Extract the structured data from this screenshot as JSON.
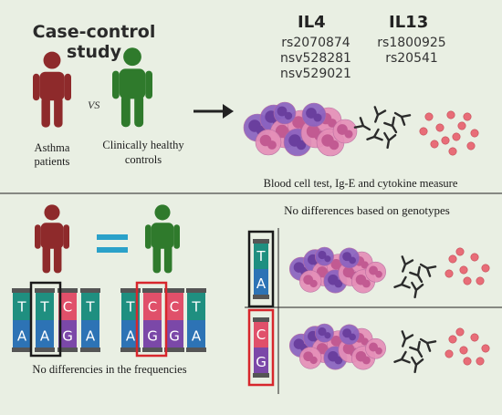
{
  "title": "Case-control study",
  "vs_label": "VS",
  "groups": {
    "asthma": {
      "label": "Asthma patients",
      "color": "#8e2a2b"
    },
    "healthy": {
      "label": "Clinically healthy controls",
      "color": "#2f7a2c"
    }
  },
  "genes": [
    {
      "name": "IL4",
      "snps": [
        "rs2070874",
        "nsv528281",
        "nsv529021"
      ]
    },
    {
      "name": "IL13",
      "snps": [
        "rs1800925",
        "rs20541"
      ]
    }
  ],
  "measure_caption": "Blood cell test, Ig-E and cytokine measure",
  "genotype_caption": "No differences based on genotypes",
  "frequency_caption": "No differencies in the frequencies",
  "dna_left": [
    {
      "top": "T",
      "bottom": "A",
      "top_color": "#1f8f80",
      "bottom_color": "#2d73b5"
    },
    {
      "top": "T",
      "bottom": "A",
      "top_color": "#1f8f80",
      "bottom_color": "#2d73b5"
    },
    {
      "top": "C",
      "bottom": "G",
      "top_color": "#e0506a",
      "bottom_color": "#7b48a8"
    },
    {
      "top": "T",
      "bottom": "A",
      "top_color": "#1f8f80",
      "bottom_color": "#2d73b5"
    }
  ],
  "dna_right": [
    {
      "top": "T",
      "bottom": "A",
      "top_color": "#1f8f80",
      "bottom_color": "#2d73b5"
    },
    {
      "top": "C",
      "bottom": "G",
      "top_color": "#e0506a",
      "bottom_color": "#7b48a8"
    },
    {
      "top": "C",
      "bottom": "G",
      "top_color": "#e0506a",
      "bottom_color": "#7b48a8"
    },
    {
      "top": "T",
      "bottom": "A",
      "top_color": "#1f8f80",
      "bottom_color": "#2d73b5"
    }
  ],
  "genotype_rows": [
    {
      "top": "T",
      "bottom": "A",
      "top_color": "#1f8f80",
      "bottom_color": "#2d73b5",
      "frame_color": "#1a1a1a"
    },
    {
      "top": "C",
      "bottom": "G",
      "top_color": "#e0506a",
      "bottom_color": "#7b48a8",
      "frame_color": "#d7262c"
    }
  ],
  "colors": {
    "background": "#e9efe3",
    "highlight_black": "#1a1a1a",
    "highlight_red": "#d7262c",
    "equals": "#2aa1c9",
    "cell_purple": "#8a62c0",
    "cell_pink": "#e58fb8",
    "antibody": "#2b2b2b",
    "cytokine": "#e86d78"
  },
  "icons": [
    "person-icon",
    "arrow-icon",
    "equals-icon",
    "dna-icon",
    "blood-cells-icon",
    "antibody-icon",
    "cytokine-icon"
  ]
}
